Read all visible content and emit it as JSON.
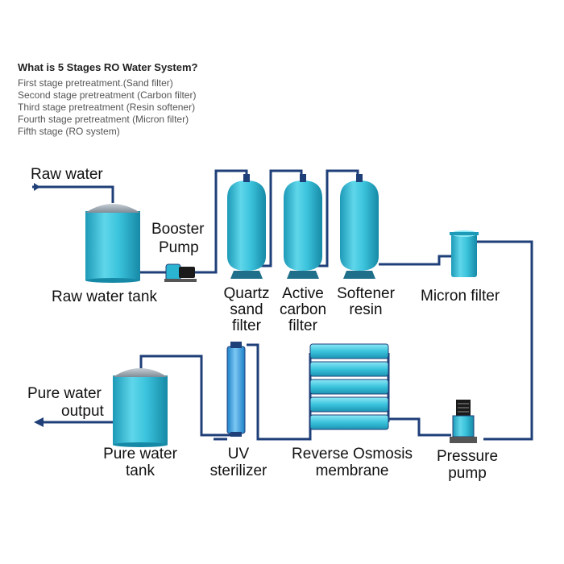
{
  "intro": {
    "title": "What is 5 Stages RO Water System?",
    "lines": [
      "First stage pretreatment.(Sand filter)",
      "Second stage pretreatment (Carbon filter)",
      "Third stage pretreatment (Resin softener)",
      "Fourth stage pretreatment (Micron filter)",
      "Fifth stage (RO system)"
    ]
  },
  "labels": {
    "raw_water": "Raw water",
    "booster_pump_1": "Booster",
    "booster_pump_2": "Pump",
    "raw_water_tank": "Raw water tank",
    "quartz_1": "Quartz",
    "quartz_2": "sand",
    "quartz_3": "filter",
    "carbon_1": "Active",
    "carbon_2": "carbon",
    "carbon_3": "filter",
    "softener_1": "Softener",
    "softener_2": "resin",
    "micron_filter": "Micron filter",
    "pure_output_1": "Pure water",
    "pure_output_2": "output",
    "pure_tank_1": "Pure water",
    "pure_tank_2": "tank",
    "uv_1": "UV",
    "uv_2": "sterilizer",
    "ro_1": "Reverse Osmosis",
    "ro_2": "membrane",
    "pressure_1": "Pressure",
    "pressure_2": "pump"
  },
  "colors": {
    "pipe": "#1f3f78",
    "vessel": "#34c3dd",
    "vessel_light": "#7fe0ef",
    "vessel_dark": "#1789a8",
    "dome": "#9aa7b3",
    "uv_body": "#3aa0e0"
  }
}
